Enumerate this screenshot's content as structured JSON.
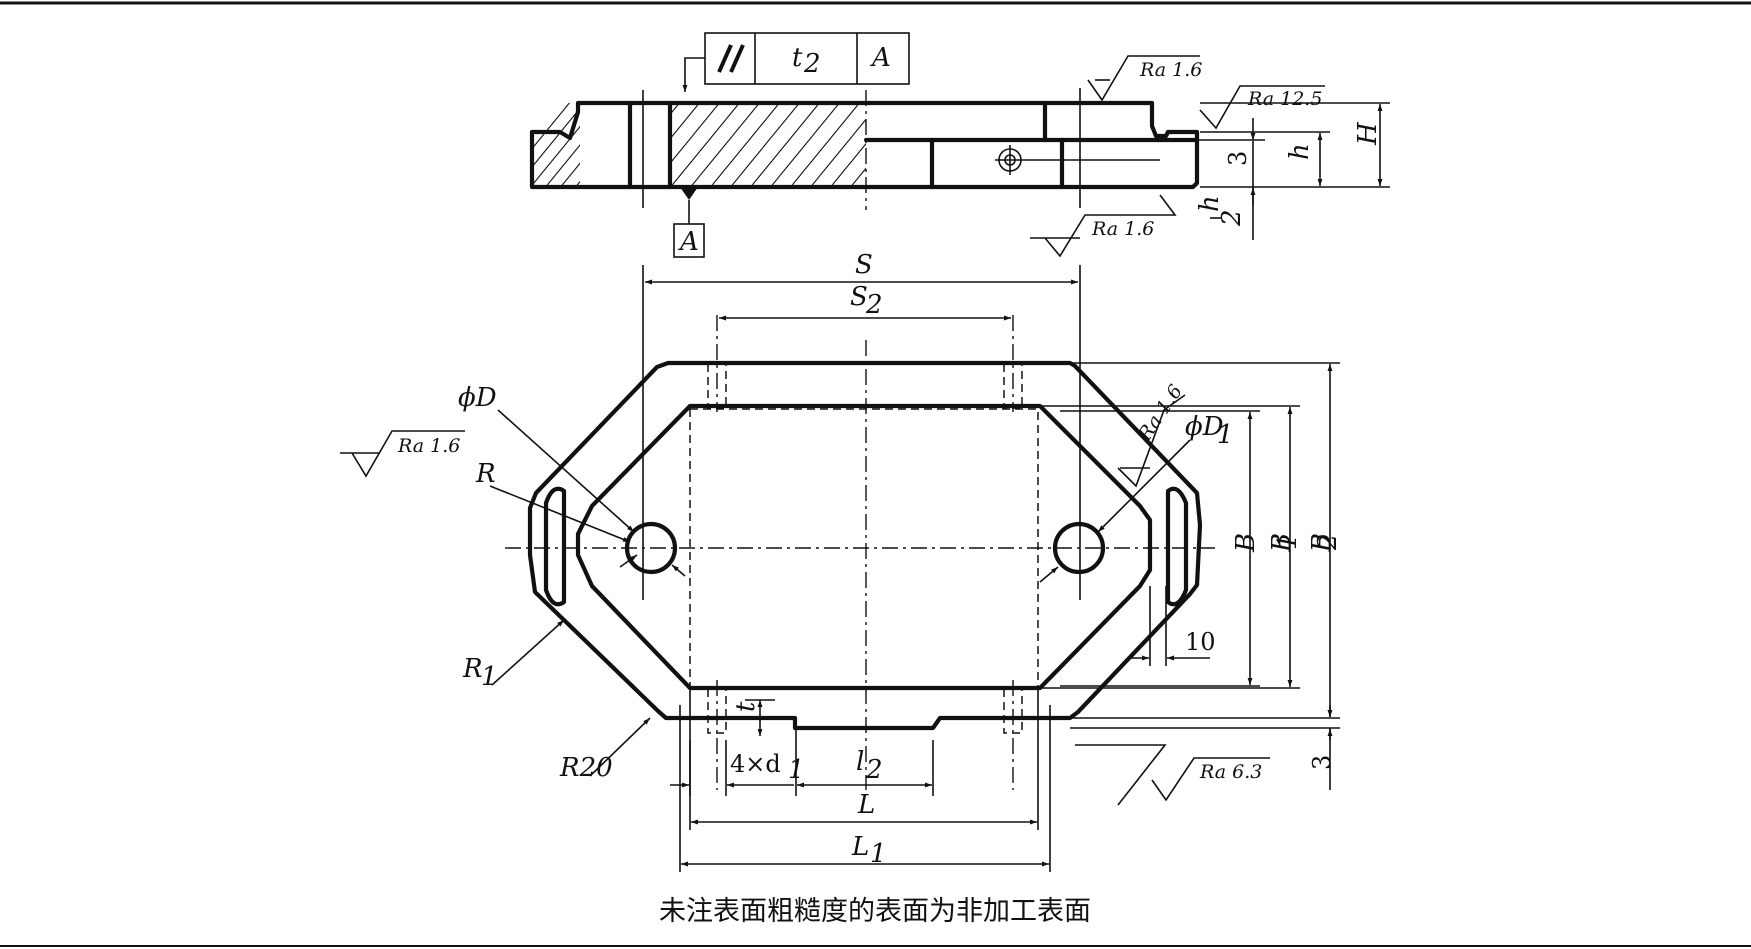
{
  "caption": "未注表面粗糙度的表面为非加工表面",
  "tolerance_frame": {
    "symbol": "//",
    "value": "t",
    "value_sub": "2",
    "datum": "A"
  },
  "datum_label": "A",
  "roughness": {
    "side_top": "Ra 1.6",
    "side_right": "Ra 12.5",
    "side_bottom": "Ra 1.6",
    "plan_left": "Ra 1.6",
    "plan_right": "Ra 1.6",
    "plan_bottom": "Ra 6.3"
  },
  "dimensions": {
    "S": "S",
    "S2": {
      "base": "S",
      "sub": "2"
    },
    "phiD": "ϕD",
    "phiD1": {
      "base": "ϕD",
      "sub": "1"
    },
    "R": "R",
    "R1": {
      "base": "R",
      "sub": "1"
    },
    "R20": "R20",
    "B": "B",
    "B1": {
      "base": "B",
      "sub": "1"
    },
    "B2": {
      "base": "B",
      "sub": "2"
    },
    "ten": "10",
    "three_plan": "3",
    "t": "t",
    "four_d1": {
      "base": "4×d",
      "sub": "1"
    },
    "l2": {
      "base": "l",
      "sub": "2"
    },
    "L": "L",
    "L1": {
      "base": "L",
      "sub": "1"
    },
    "H": "H",
    "h": "h",
    "three_side": "3",
    "h_over_2": {
      "num": "h",
      "den": "2"
    }
  }
}
